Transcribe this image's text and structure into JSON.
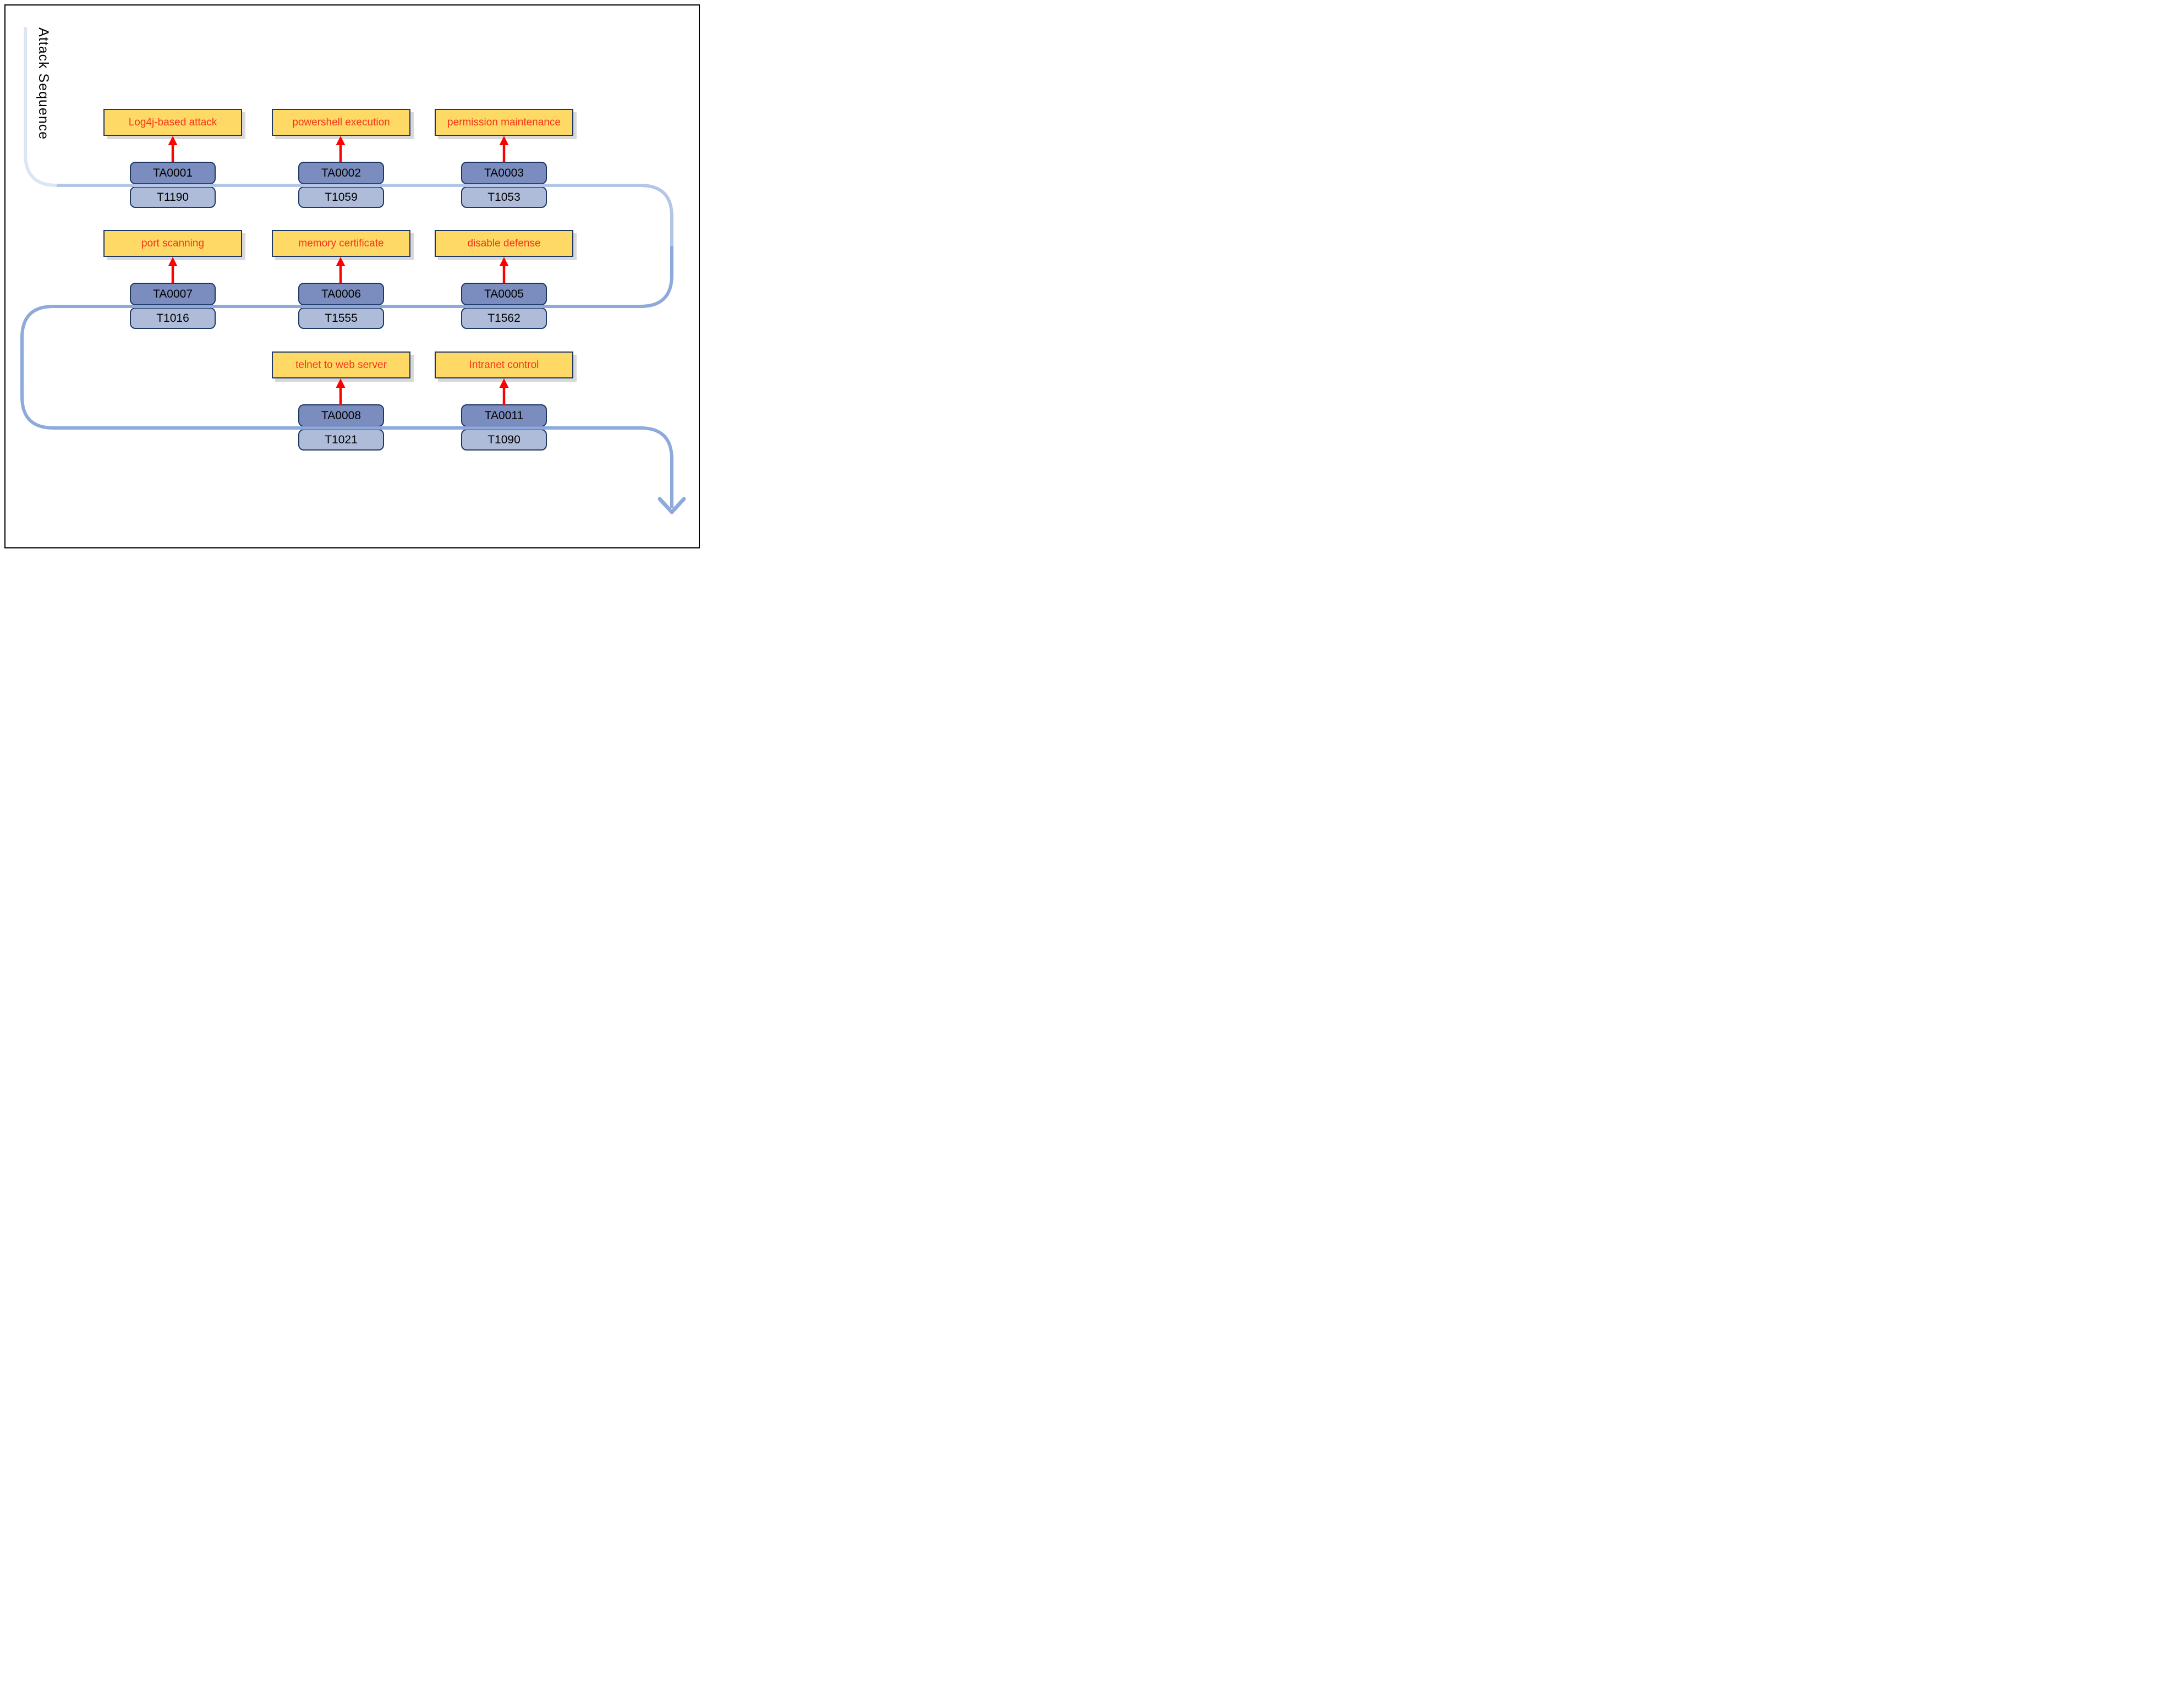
{
  "page": {
    "vertical_title": "Attack Sequence"
  },
  "colors": {
    "attack_box_fill": "#ffd966",
    "attack_box_text": "#f63517",
    "box_border": "#1f3864",
    "tactic_box_fill": "#7b8cbe",
    "technique_box_fill": "#aebcd9",
    "arrow_red": "#ff0000",
    "path_segment_1": "#dce5f3",
    "path_segment_2": "#b3c6e7",
    "path_segment_3": "#8ea9db",
    "shadow_gray": "#d9d9d9"
  },
  "groups": [
    {
      "attack": "Log4j-based attack",
      "tactic": "TA0001",
      "technique": "T1190"
    },
    {
      "attack": "powershell execution",
      "tactic": "TA0002",
      "technique": "T1059"
    },
    {
      "attack": "permission maintenance",
      "tactic": "TA0003",
      "technique": "T1053"
    },
    {
      "attack": "port scanning",
      "tactic": "TA0007",
      "technique": "T1016"
    },
    {
      "attack": "memory certificate",
      "tactic": "TA0006",
      "technique": "T1555"
    },
    {
      "attack": "disable defense",
      "tactic": "TA0005",
      "technique": "T1562"
    },
    {
      "attack": "telnet to web server",
      "tactic": "TA0008",
      "technique": "T1021"
    },
    {
      "attack": "Intranet control",
      "tactic": "TA0011",
      "technique": "T1090"
    }
  ]
}
